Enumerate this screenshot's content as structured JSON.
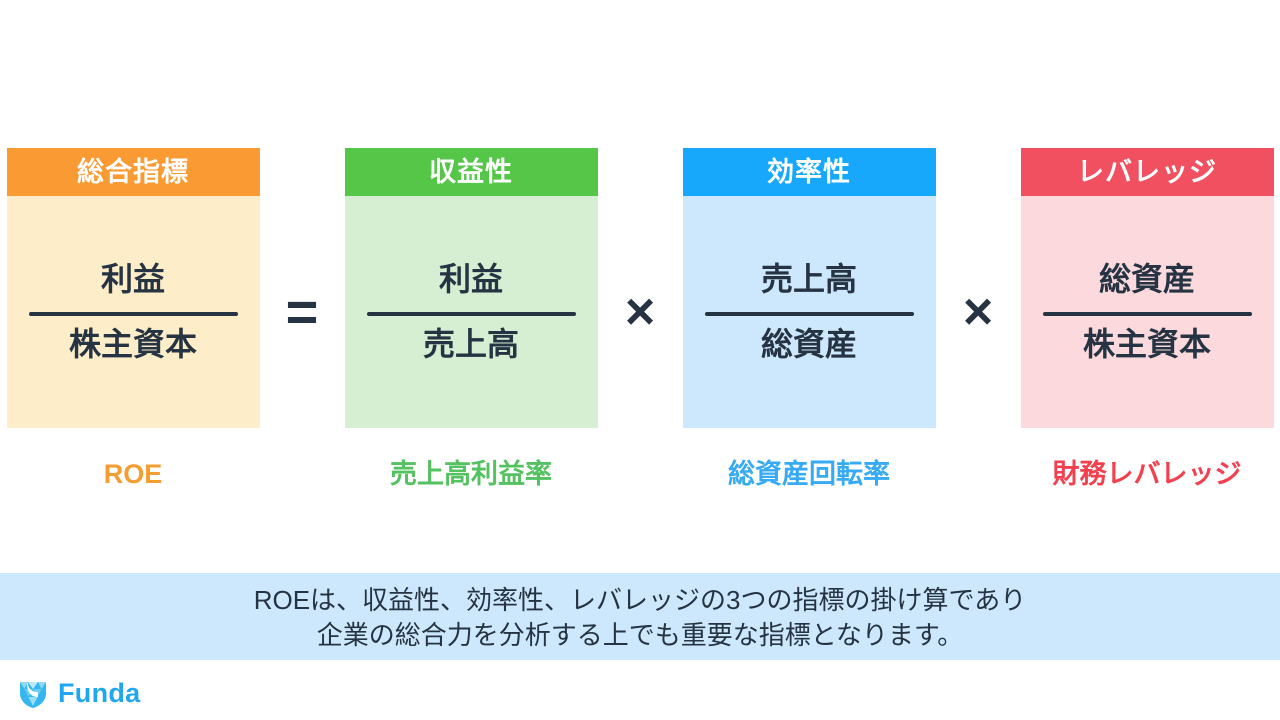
{
  "formula": {
    "cards": [
      {
        "id": "roe",
        "header": "総合指標",
        "numerator": "利益",
        "denominator": "株主資本",
        "label": "ROE",
        "header_color": "#f99a32",
        "body_color": "#fdedc8",
        "label_color": "#f59d30"
      },
      {
        "id": "profitability",
        "header": "収益性",
        "numerator": "利益",
        "denominator": "売上高",
        "label": "売上高利益率",
        "header_color": "#55c648",
        "body_color": "#d6efd3",
        "label_color": "#55c261"
      },
      {
        "id": "efficiency",
        "header": "効率性",
        "numerator": "売上高",
        "denominator": "総資産",
        "label": "総資産回転率",
        "header_color": "#18a8fb",
        "body_color": "#cde8fc",
        "label_color": "#36aaf2"
      },
      {
        "id": "leverage",
        "header": "レバレッジ",
        "numerator": "総資産",
        "denominator": "株主資本",
        "label": "財務レバレッジ",
        "header_color": "#f0505f",
        "body_color": "#fbd9dd",
        "label_color": "#f2404f"
      }
    ],
    "operators": {
      "equals": "=",
      "times": "×"
    }
  },
  "banner": {
    "line1": "ROEは、収益性、効率性、レバレッジの3つの指標の掛け算であり",
    "line2": "企業の総合力を分析する上でも重要な指標となります。",
    "background_color": "#cde8fc",
    "text_color": "#253342"
  },
  "footer": {
    "brand": "Funda",
    "brand_color": "#22a7ef",
    "icon": "diamond-gem-icon"
  }
}
